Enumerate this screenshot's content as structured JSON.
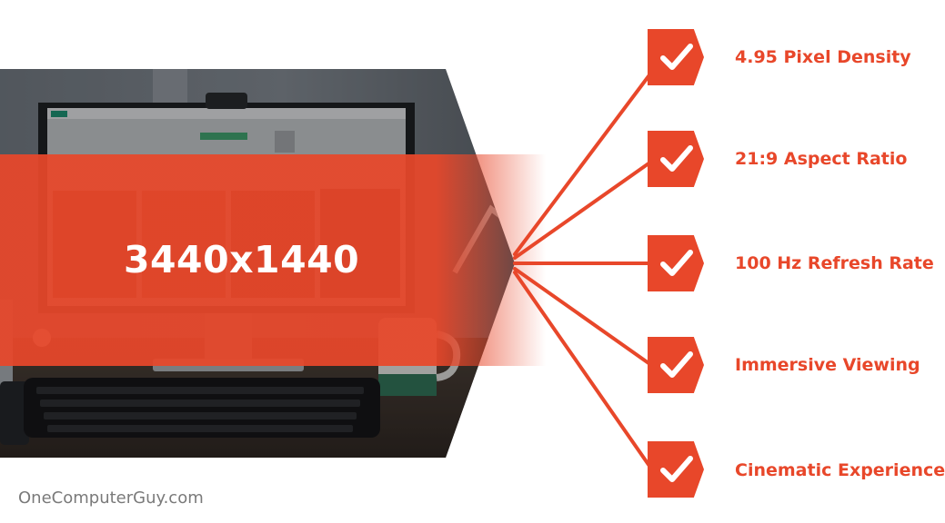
{
  "colors": {
    "accent": "#e8472a",
    "banner_text": "#ffffff",
    "watermark": "#7a7a7a"
  },
  "hero": {
    "resolution": "3440x1440"
  },
  "features": [
    {
      "label": "4.95 Pixel Density",
      "icon": "checkmark-icon"
    },
    {
      "label": "21:9 Aspect Ratio",
      "icon": "checkmark-icon"
    },
    {
      "label": "100 Hz Refresh Rate",
      "icon": "checkmark-icon"
    },
    {
      "label": "Immersive Viewing",
      "icon": "checkmark-icon"
    },
    {
      "label": "Cinematic Experience",
      "icon": "checkmark-icon"
    }
  ],
  "footer": {
    "watermark": "OneComputerGuy.com"
  }
}
